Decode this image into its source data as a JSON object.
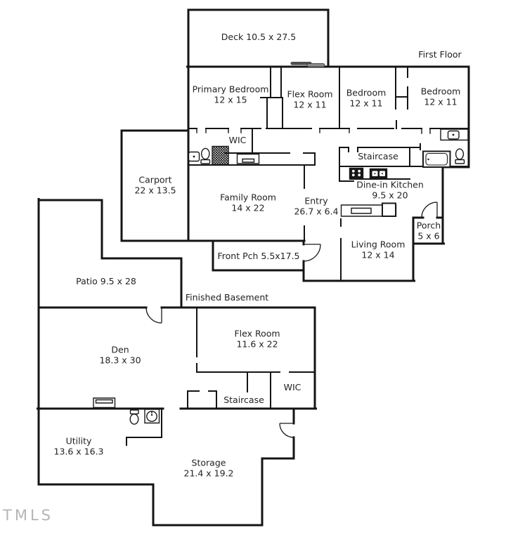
{
  "watermark": "TMLS",
  "colors": {
    "background": "#ffffff",
    "wall": "#141414",
    "text": "#232323",
    "watermark": "#b5b5b5",
    "sliding_door_dark": "#4e4e4e",
    "sliding_door_light": "#7d7d7d"
  },
  "first_floor": {
    "title": "First Floor",
    "rooms": {
      "deck": {
        "label": "Deck 10.5 x 27.5"
      },
      "primary_bedroom": {
        "name": "Primary Bedroom",
        "dims": "12 x 15"
      },
      "flex_room": {
        "name": "Flex Room",
        "dims": "12 x 11"
      },
      "bedroom_middle": {
        "name": "Bedroom",
        "dims": "12 x 11"
      },
      "bedroom_right": {
        "name": "Bedroom",
        "dims": "12 x 11"
      },
      "wic": {
        "name": "WIC"
      },
      "carport": {
        "name": "Carport",
        "dims": "22 x 13.5"
      },
      "family_room": {
        "name": "Family Room",
        "dims": "14 x 22"
      },
      "staircase": {
        "name": "Staircase"
      },
      "dine_in_kitchen": {
        "name": "Dine-in Kitchen",
        "dims": "9.5 x 20"
      },
      "entry": {
        "name": "Entry",
        "dims": "26.7 x 6.4"
      },
      "porch": {
        "name": "Porch",
        "dims": "5 x 6"
      },
      "front_porch": {
        "label": "Front Pch 5.5x17.5"
      },
      "living_room": {
        "name": "Living Room",
        "dims": "12 x 14"
      }
    }
  },
  "basement": {
    "title": "Finished Basement",
    "rooms": {
      "patio": {
        "label": "Patio 9.5 x 28"
      },
      "den": {
        "name": "Den",
        "dims": "18.3 x 30"
      },
      "flex_room": {
        "name": "Flex Room",
        "dims": "11.6 x 22"
      },
      "staircase": {
        "name": "Staircase"
      },
      "wic": {
        "name": "WIC"
      },
      "utility": {
        "name": "Utility",
        "dims": "13.6 x 16.3"
      },
      "storage": {
        "name": "Storage",
        "dims": "21.4 x 19.2"
      }
    }
  },
  "fixtures": {
    "first_floor": [
      "sink",
      "toilet",
      "shower",
      "cabinet",
      "stove",
      "kitchen-sink",
      "kitchen-counter",
      "bathtub",
      "toilet",
      "vanity-sink",
      "sliding-door"
    ],
    "basement": [
      "fireplace",
      "toilet",
      "laundry-sink"
    ]
  }
}
